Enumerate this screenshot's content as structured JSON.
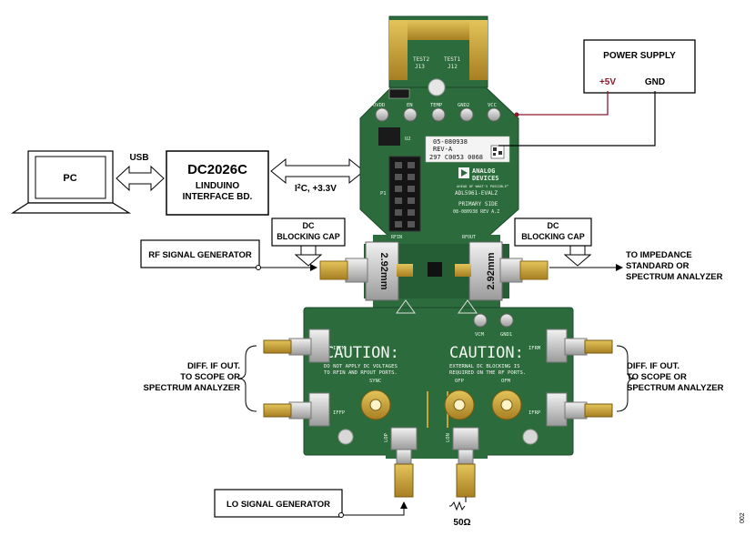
{
  "pc": {
    "label": "PC"
  },
  "usb": {
    "label": "USB"
  },
  "linduino": {
    "line1": "DC2026C",
    "line2": "LINDUINO",
    "line3": "INTERFACE BD."
  },
  "i2c": {
    "i2": "I",
    "sup": "2",
    "rest": "C, +3.3V"
  },
  "power_supply": {
    "title": "POWER SUPPLY",
    "plus": "+5V",
    "gnd": "GND"
  },
  "dc_cap_left": {
    "line1": "DC",
    "line2": "BLOCKING CAP"
  },
  "dc_cap_right": {
    "line1": "DC",
    "line2": "BLOCKING CAP"
  },
  "rf_gen": {
    "label": "RF SIGNAL GENERATOR"
  },
  "impedance": {
    "line1": "TO IMPEDANCE",
    "line2": "STANDARD OR",
    "line3": "SPECTRUM ANALYZER"
  },
  "if_left": {
    "line1": "DIFF. IF OUT.",
    "line2": "TO SCOPE OR",
    "line3": "SPECTRUM ANALYZER"
  },
  "if_right": {
    "line1": "DIFF. IF OUT.",
    "line2": "TO SCOPE OR",
    "line3": "SPECTRUM ANALYZER"
  },
  "lo_gen": {
    "label": "LO SIGNAL GENERATOR"
  },
  "term": {
    "label": "50Ω"
  },
  "fig_num": "002",
  "board": {
    "test2": "TEST2",
    "j13": "J13",
    "test1": "TEST1",
    "j12": "J12",
    "ovdd": "OVDD",
    "en": "EN",
    "temp": "TEMP",
    "gnd2": "GND2",
    "vcc": "VCC",
    "u2": "U2",
    "pn": "05-080938",
    "rev": "REV-A",
    "serial": "297 C0053 0068",
    "logo1": "ANALOG",
    "logo2": "DEVICES",
    "tagline": "AHEAD OF WHAT'S POSSIBLE™",
    "model": "ADL5961-EVALZ",
    "side": "PRIMARY SIDE",
    "revline": "08-080938 REV A.Z",
    "p1": "P1",
    "rfin": "RFIN",
    "rfout": "RFOUT",
    "conn_left": "2.92mm",
    "conn_right": "2.92mm",
    "vcm": "VCM",
    "gnd1": "GND1",
    "caution_left": "CAUTION:",
    "caution_right": "CAUTION:",
    "caution_left_l1": "DO NOT APPLY DC VOLTAGES",
    "caution_left_l2": "TO RFIN AND RFOUT PORTS.",
    "caution_right_l1": "EXTERNAL DC BLOCKING IS",
    "caution_right_l2": "REQUIRED ON THE RF PORTS.",
    "ifrm": "IFRM",
    "ifrp": "IFRP",
    "ifm": "IFFM",
    "ifp": "IFFP",
    "sync": "SYNC",
    "ofp": "OFP",
    "ofm": "OFM",
    "lop": "LOP",
    "lon": "LON"
  },
  "colors": {
    "pcb": "#2c6b3c",
    "pcb_dark": "#1f5530",
    "gold": "#c9a23a",
    "supply_wire": "#8b1a2b"
  }
}
